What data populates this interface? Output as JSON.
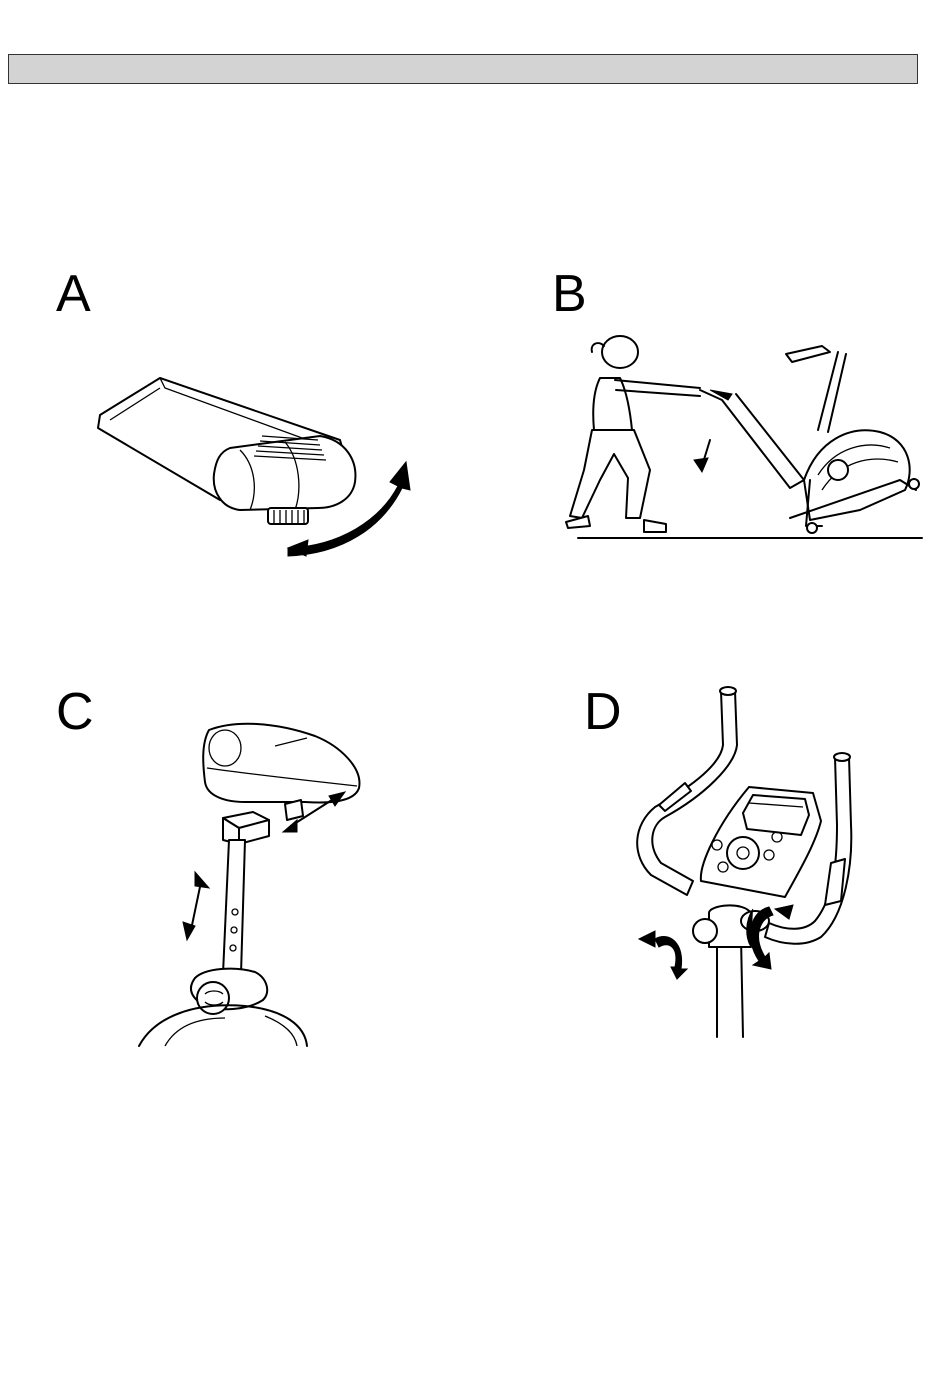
{
  "header": {
    "title": ""
  },
  "panels": [
    {
      "id": "A",
      "label": "A"
    },
    {
      "id": "B",
      "label": "B"
    },
    {
      "id": "C",
      "label": "C"
    },
    {
      "id": "D",
      "label": "D"
    }
  ],
  "icons": {
    "A": "leveling-foot-rotate-arrow-icon",
    "B": "tilt-and-roll-arrow-icon",
    "C": "seat-adjust-double-arrow-icon",
    "D": "knob-rotate-arrow-icon"
  }
}
